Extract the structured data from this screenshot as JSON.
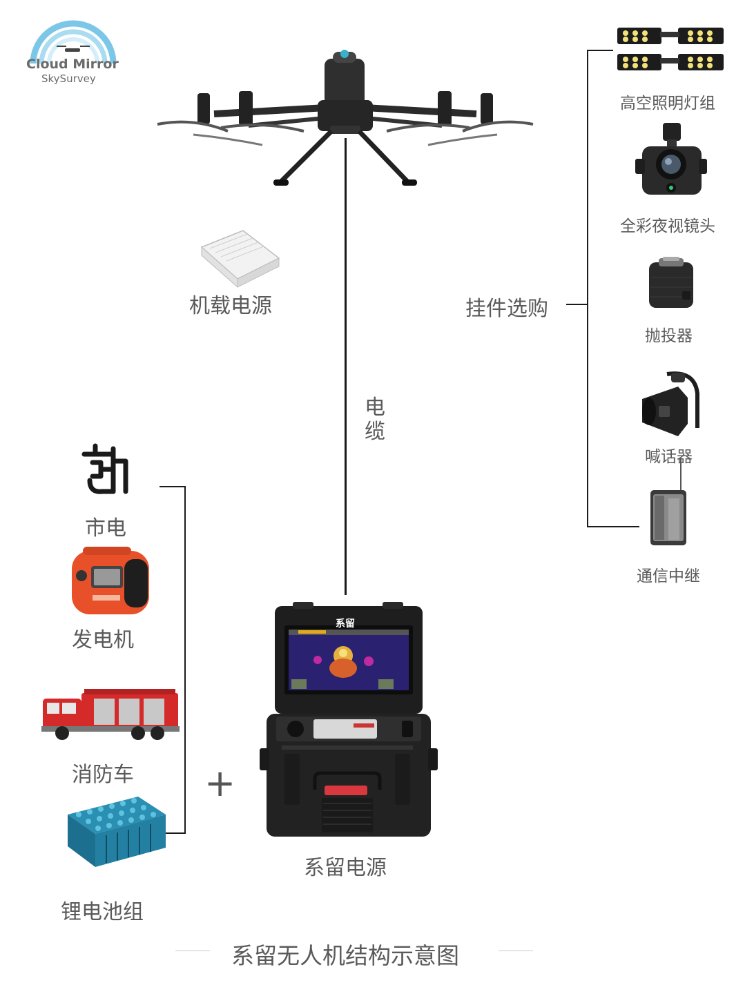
{
  "logo": {
    "line1": "Cloud Mirror",
    "line2": "SkySurvey"
  },
  "drone": {
    "label": ""
  },
  "onboard_power": {
    "label": "机载电源"
  },
  "cable": {
    "label_1": "电",
    "label_2": "缆"
  },
  "accessories": {
    "group_label": "挂件选购",
    "items": [
      {
        "label": "高空照明灯组"
      },
      {
        "label": "全彩夜视镜头"
      },
      {
        "label": "抛投器"
      },
      {
        "label": "喊话器"
      },
      {
        "label": "通信中继"
      }
    ]
  },
  "power_sources": {
    "items": [
      {
        "label": "市电"
      },
      {
        "label": "发电机"
      },
      {
        "label": "消防车"
      },
      {
        "label": "锂电池组"
      }
    ],
    "plus": "+"
  },
  "tether_power": {
    "label": "系留电源",
    "screen_brand": "系留"
  },
  "caption": "系留无人机结构示意图",
  "colors": {
    "line": "#1a1a1a",
    "text": "#5a5a5a",
    "logo_blue": "#7cc7e8",
    "generator_orange": "#e8502a",
    "truck_red": "#d42a2a",
    "battery_blue": "#3fa9c9"
  }
}
